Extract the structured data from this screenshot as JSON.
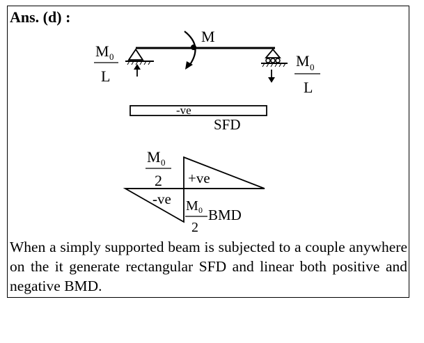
{
  "heading": "Ans. (d) :",
  "beam": {
    "couple_label": "M",
    "left_reaction": {
      "numerator": "M",
      "subscript": "0",
      "denominator": "L"
    },
    "right_reaction": {
      "numerator": "M",
      "subscript": "0",
      "denominator": "L"
    }
  },
  "sfd": {
    "sign": "-ve",
    "label": "SFD"
  },
  "bmd": {
    "top_value": {
      "numerator": "M",
      "subscript": "0",
      "denominator": "2"
    },
    "positive_sign": "+ve",
    "negative_sign": "-ve",
    "bottom_value": {
      "numerator": "M",
      "subscript": "0",
      "denominator": "2"
    },
    "label": "BMD"
  },
  "explanation": "When a simply supported beam is subjected to a couple anywhere on the it generate rectangular SFD and linear both positive and negative BMD."
}
